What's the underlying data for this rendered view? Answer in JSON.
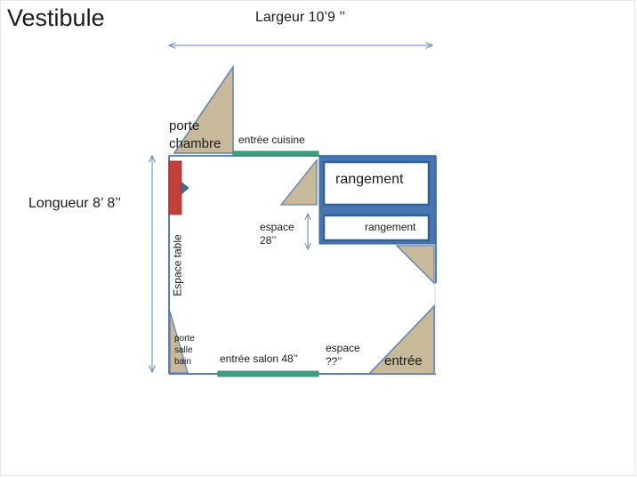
{
  "title": "Vestibule",
  "dimensions": {
    "width": "Largeur 10’9 ’’",
    "length": "Longueur 8’ 8’’"
  },
  "labels": {
    "porte_chambre": "porte\nchambre",
    "entree_cuisine": "entrée cuisine",
    "rangement_1": "rangement",
    "rangement_2": "rangement",
    "espace_28": "espace\n28’’",
    "espace_table": "Espace table",
    "porte_salle_bain": "porte\nsalle\nbain",
    "entree_salon": "entrée salon 48’’",
    "espace_unknown": "espace\n??’’",
    "entree": "entrée"
  },
  "colors": {
    "wall": "#5b80b6",
    "door_fill": "#c8b99a",
    "opening": "#3d9f84",
    "table": "#c3403a",
    "storage_frame": "#3f6faa",
    "dimension_line": "#7a9cc8"
  }
}
